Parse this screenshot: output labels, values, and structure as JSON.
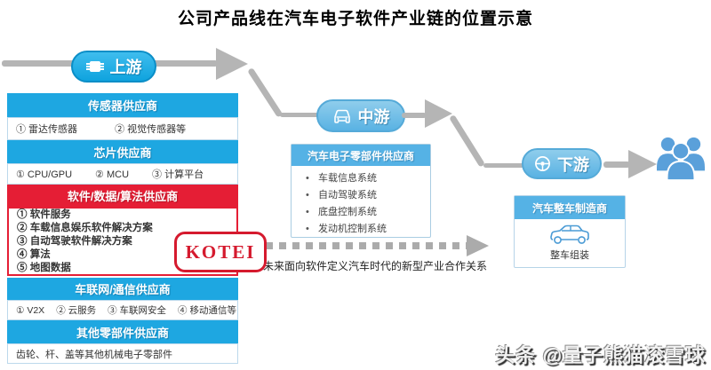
{
  "title": "公司产品线在汽车电子软件产业链的位置示意",
  "flow": {
    "upstream_label": "上游",
    "midstream_label": "中游",
    "downstream_label": "下游"
  },
  "supplier_boxes": [
    {
      "header": "传感器供应商",
      "items": [
        "① 雷达传感器",
        "② 视觉传感器等"
      ]
    },
    {
      "header": "芯片供应商",
      "items": [
        "① CPU/GPU",
        "② MCU",
        "③ 计算平台"
      ]
    },
    {
      "header": "软件/数据/算法供应商",
      "items": [
        "① 软件服务",
        "② 车载信息娱乐软件解决方案",
        "③ 自动驾驶软件解决方案",
        "④ 算法",
        "⑤ 地图数据"
      ]
    },
    {
      "header": "车联网/通信供应商",
      "items": [
        "① V2X",
        "② 云服务",
        "③ 车联网安全",
        "④ 移动通信等"
      ]
    },
    {
      "header": "其他零部件供应商",
      "items": [
        "齿轮、杆、盖等其他机械电子零部件"
      ]
    }
  ],
  "midstream_box": {
    "header": "汽车电子零部件供应商",
    "items": [
      "车载信息系统",
      "自动驾驶系统",
      "底盘控制系统",
      "发动机控制系统"
    ]
  },
  "downstream_box": {
    "header": "汽车整车制造商",
    "item": "整车组装"
  },
  "kotei_logo": "KOTEI",
  "partnership_note": "未来面向软件定义汽车时代的新型产业合作关系",
  "watermark": "头条 @量子熊猫滚雪球",
  "colors": {
    "blue_header": "#1ea7e1",
    "light_blue_header": "#55b2e5",
    "red_accent": "#e51e35",
    "badge_blue": "#0fa3de",
    "arrow_gray": "#b5b5b5",
    "people_blue": "#5aa0da"
  }
}
